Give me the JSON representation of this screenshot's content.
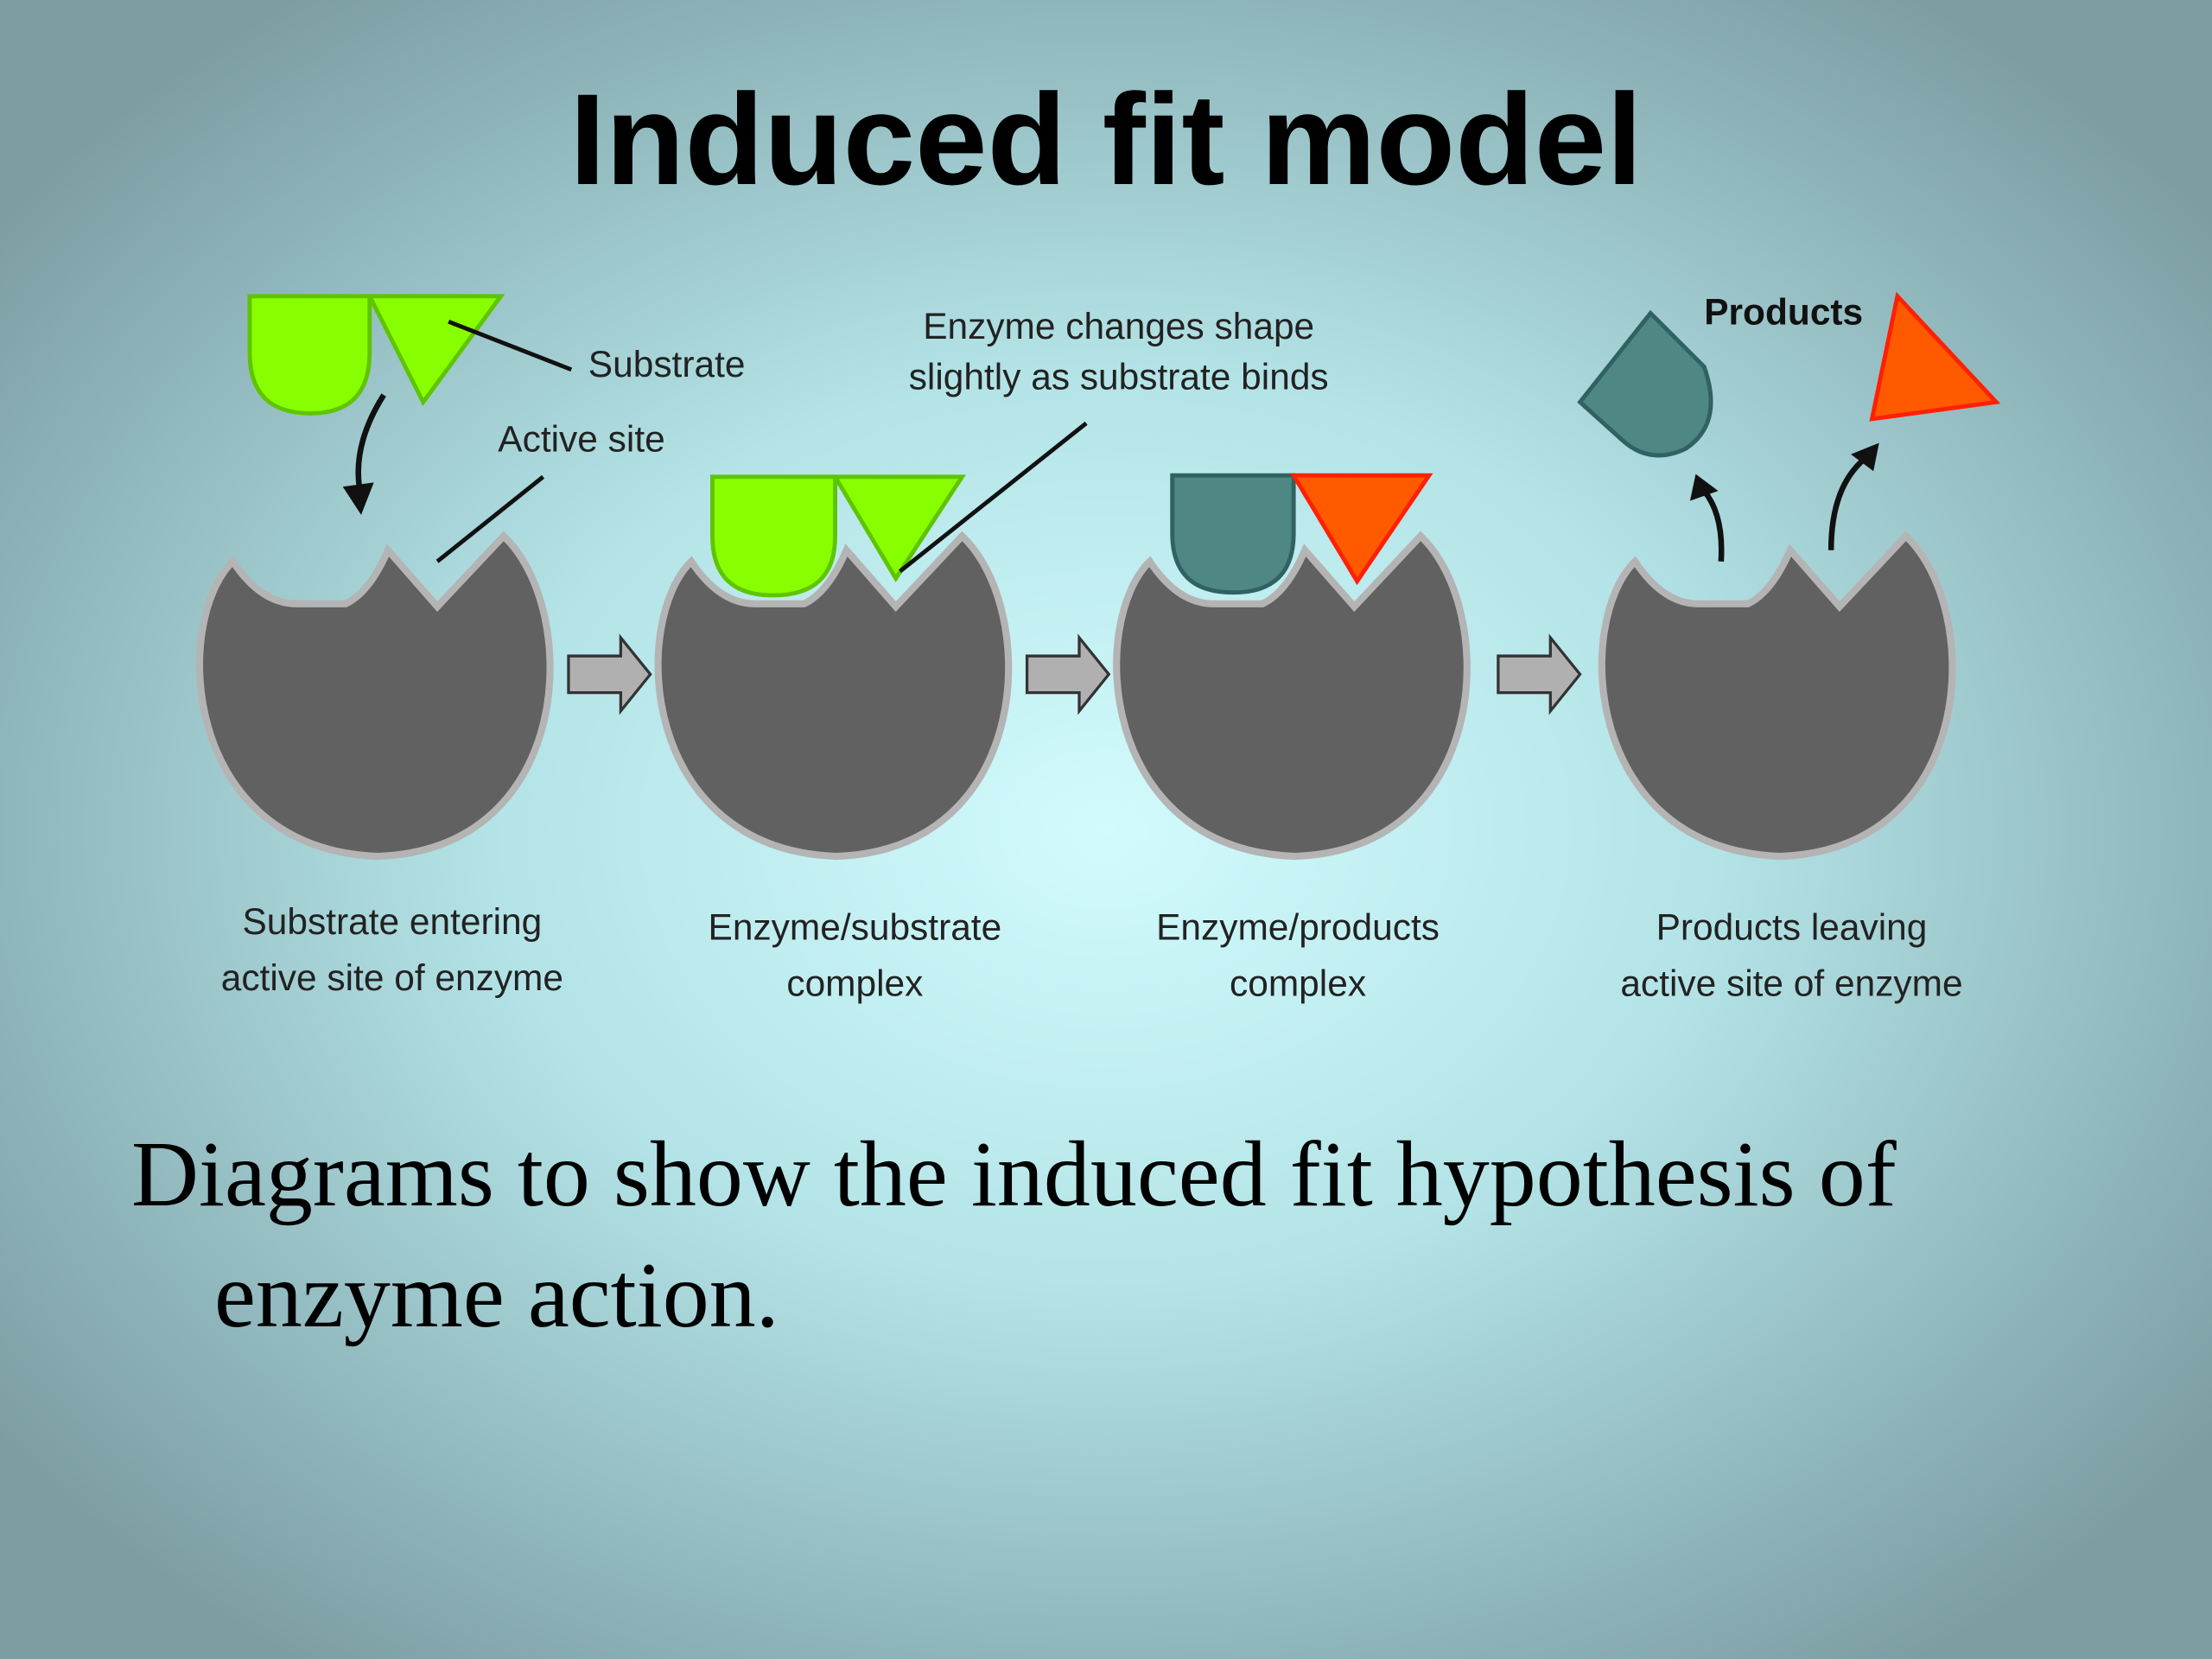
{
  "title": "Induced fit model",
  "diagram": {
    "labels": {
      "substrate": "Substrate",
      "active_site": "Active site",
      "shape_change_line1": "Enzyme changes shape",
      "shape_change_line2": "slightly as substrate binds",
      "products": "Products"
    },
    "stages": [
      {
        "line1": "Substrate entering",
        "line2": "active site of enzyme"
      },
      {
        "line1": "Enzyme/substrate",
        "line2": "complex"
      },
      {
        "line1": "Enzyme/products",
        "line2": "complex"
      },
      {
        "line1": "Products leaving",
        "line2": "active site of enzyme"
      }
    ],
    "colors": {
      "enzyme": "#616161",
      "outline": "#b4b4b4",
      "substrate": "#88ff00",
      "product_teal": "#4f8784",
      "product_orange": "#ff5a00"
    }
  },
  "caption": {
    "line1": "Diagrams to show the induced fit hypothesis of",
    "line2": "enzyme action."
  }
}
